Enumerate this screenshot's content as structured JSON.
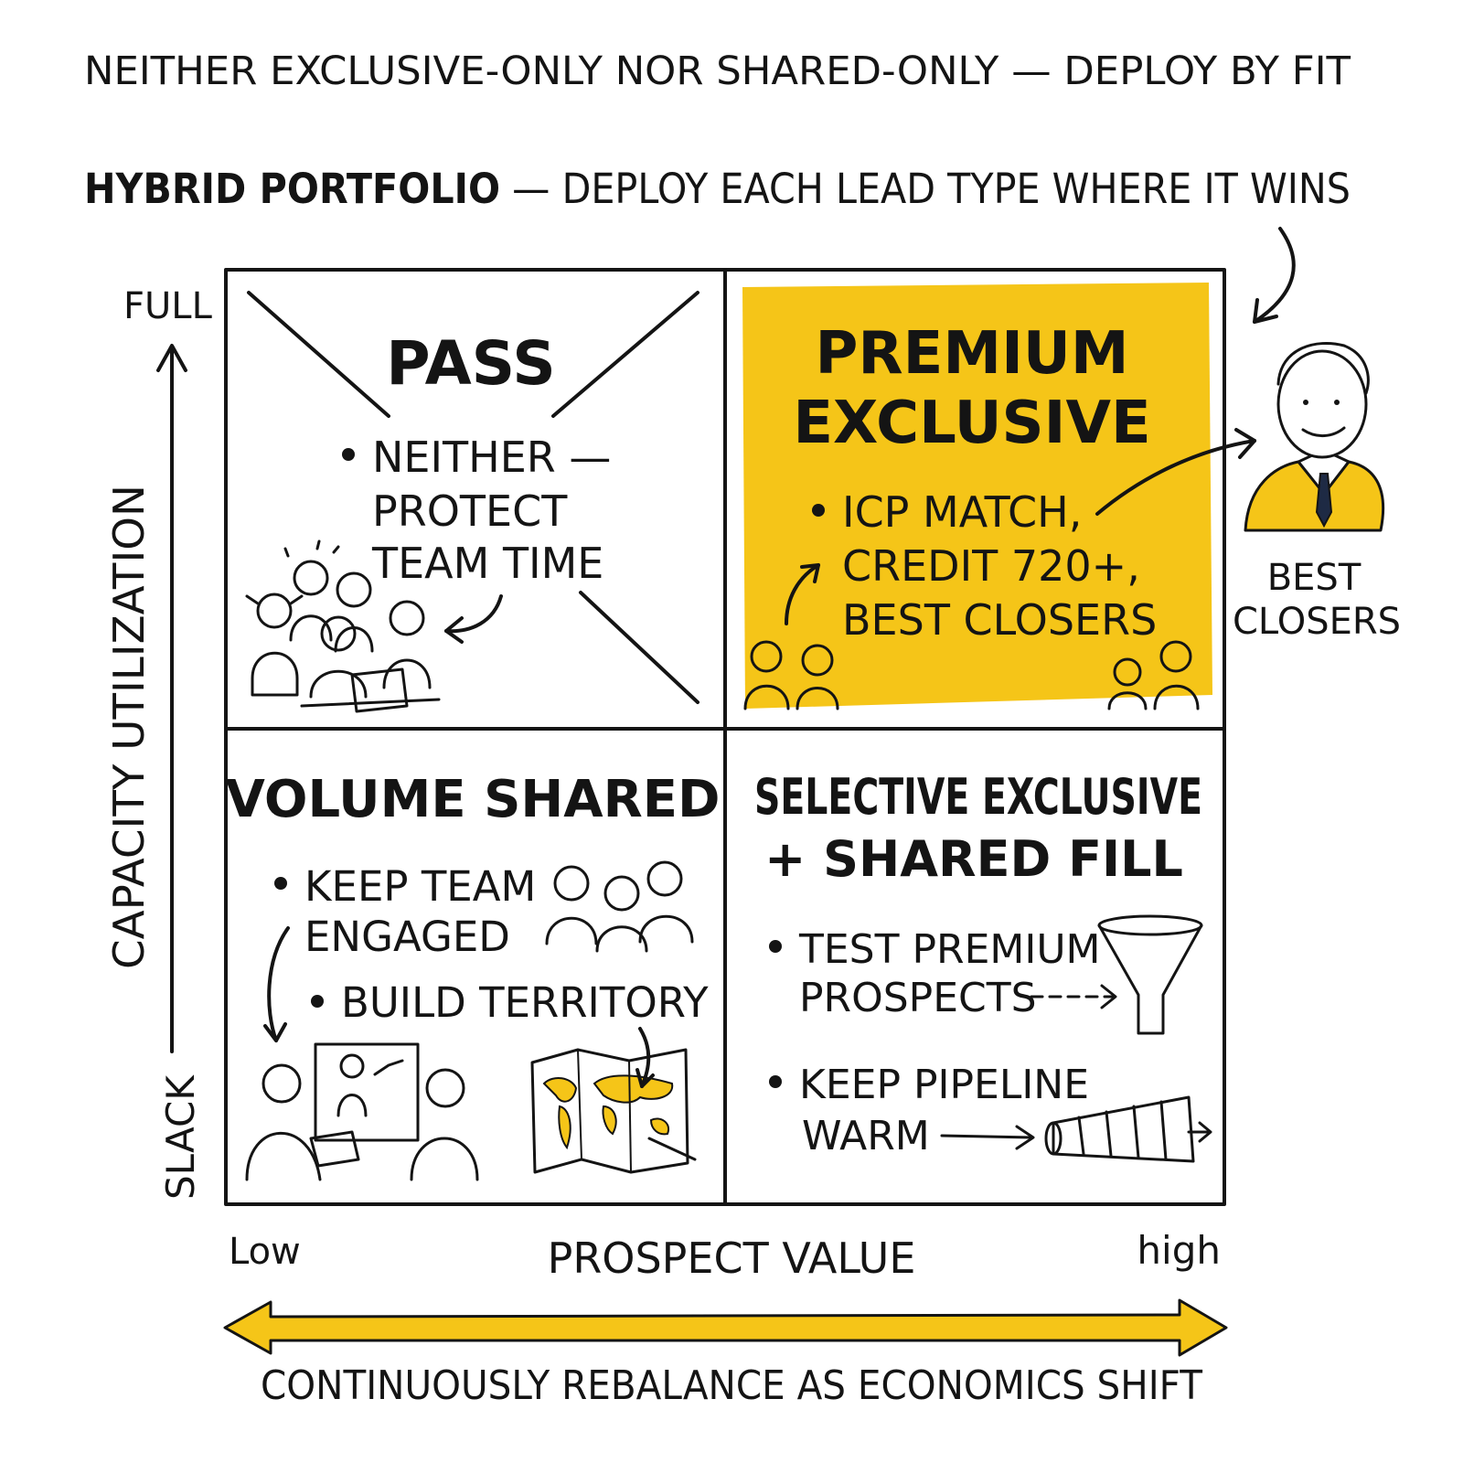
{
  "header": {
    "subtitle": "NEITHER EXCLUSIVE-ONLY NOR SHARED-ONLY — DEPLOY BY FIT",
    "title_bold": "HYBRID PORTFOLIO",
    "title_rest": " — DEPLOY EACH LEAD TYPE WHERE IT WINS"
  },
  "axes": {
    "y_label": "CAPACITY UTILIZATION",
    "y_top": "FULL",
    "y_bottom": "SLACK",
    "x_label": "PROSPECT VALUE",
    "x_left": "Low",
    "x_right": "high"
  },
  "quadrants": {
    "top_left": {
      "title": "PASS",
      "bullet_lines": [
        "NEITHER —",
        "PROTECT",
        "TEAM TIME"
      ]
    },
    "top_right": {
      "title_lines": [
        "PREMIUM",
        "EXCLUSIVE"
      ],
      "bullet_lines": [
        "ICP MATCH,",
        "CREDIT 720+,",
        "BEST CLOSERS"
      ]
    },
    "bottom_left": {
      "title": "VOLUME SHARED",
      "bullet1_lines": [
        "KEEP TEAM",
        "ENGAGED"
      ],
      "bullet2": "BUILD TERRITORY"
    },
    "bottom_right": {
      "title_lines": [
        "SELECTIVE EXCLUSIVE",
        "+ SHARED FILL"
      ],
      "bullet1_lines": [
        "TEST PREMIUM",
        "PROSPECTS"
      ],
      "bullet2_lines": [
        "KEEP PIPELINE",
        "WARM"
      ]
    }
  },
  "side_callout": {
    "label_lines": [
      "BEST",
      "CLOSERS"
    ]
  },
  "footer": {
    "text": "CONTINUOUSLY REBALANCE AS ECONOMICS SHIFT"
  },
  "colors": {
    "highlight": "#f5c518",
    "ink": "#141414",
    "arrow": "#f5c518"
  },
  "icons": [
    "stressed-team-icon",
    "businessman-icon",
    "people-icon",
    "team-meeting-icon",
    "world-map-icon",
    "funnel-icon",
    "pipeline-tube-icon"
  ]
}
